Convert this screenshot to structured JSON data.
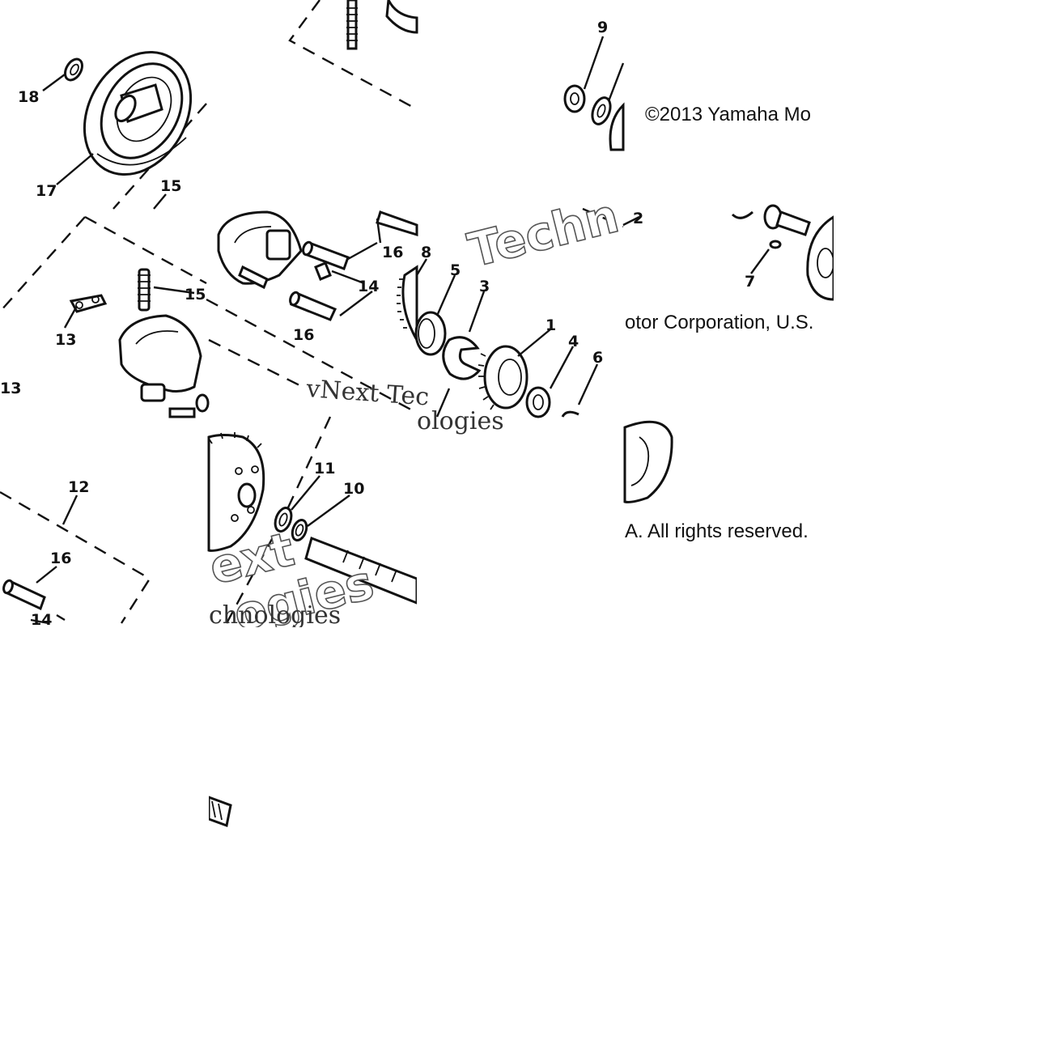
{
  "copyright": {
    "line1": "©2013 Yamaha Mo",
    "line2": "otor Corporation, U.S.",
    "line3": "A. All rights reserved."
  },
  "watermarks": {
    "techn": "Techn",
    "vnext": "vNext Tec",
    "ologies": "ologies",
    "ext": "ext",
    "ogies": "ogies",
    "chnologies": "chnologies"
  },
  "callouts": {
    "c1": "1",
    "c2": "2",
    "c3": "3",
    "c4": "4",
    "c5": "5",
    "c6": "6",
    "c7": "7",
    "c8": "8",
    "c9": "9",
    "c10": "10",
    "c11": "11",
    "c12": "12",
    "c13a": "13",
    "c13b": "13",
    "c14a": "14",
    "c14b": "14",
    "c15a": "15",
    "c15b": "15",
    "c16a": "16",
    "c16b": "16",
    "c16c": "16",
    "c17": "17",
    "c18": "18"
  }
}
